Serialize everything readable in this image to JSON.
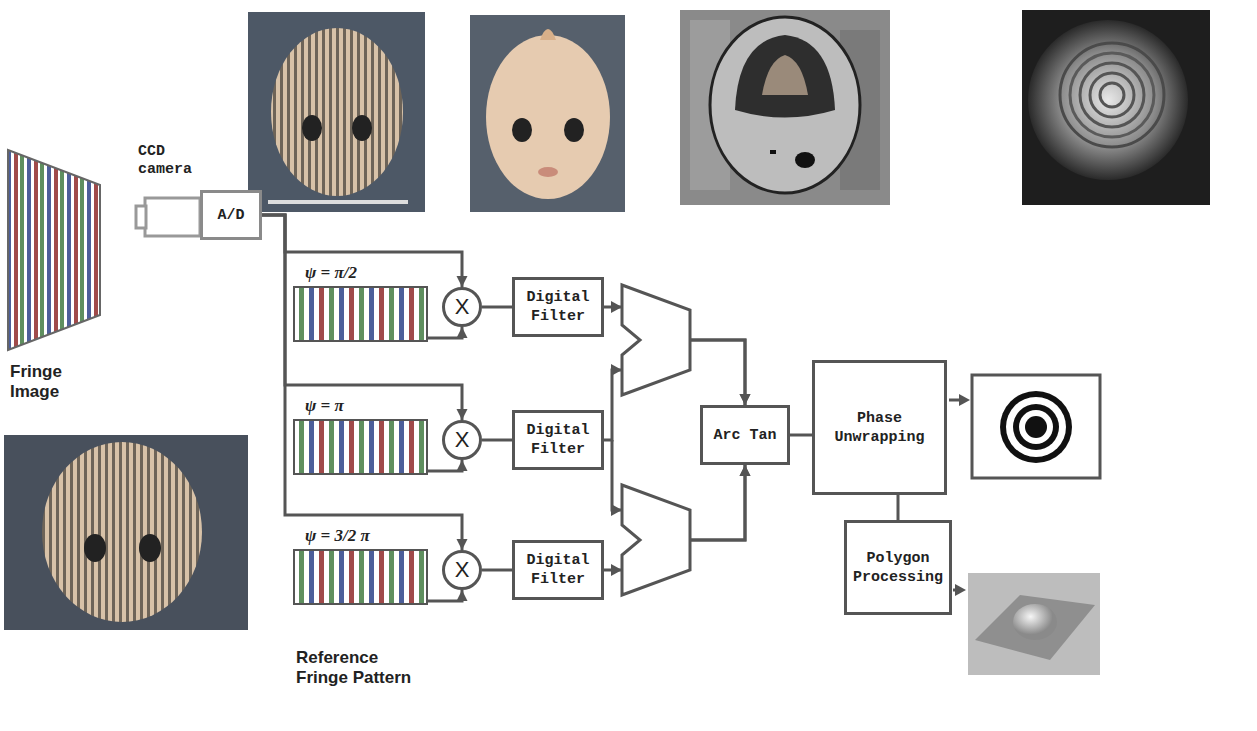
{
  "diagram": {
    "nodes": [
      {
        "text": [
          "A/D"
        ]
      },
      {
        "text": [
          "ψ = π/2"
        ]
      },
      {
        "text": [
          "X"
        ]
      },
      {
        "text": [
          "Digital Filter"
        ]
      },
      {
        "text": [
          "ψ = π"
        ]
      },
      {
        "text": [
          "X"
        ]
      },
      {
        "text": [
          "Digital Filter"
        ]
      },
      {
        "text": [
          "ψ = 3/2 π"
        ]
      },
      {
        "text": [
          "X"
        ]
      },
      {
        "text": [
          "Digital Filter"
        ]
      },
      {
        "text": [
          "Arc Tan"
        ]
      },
      {
        "text": [
          "Phase Unwrapping"
        ]
      },
      {
        "text": [
          "Polygon Processing"
        ]
      }
    ],
    "edges": [
      {
        "from": 0,
        "to": 2,
        "arrow": "to"
      },
      {
        "from": 0,
        "to": 5,
        "arrow": "to"
      },
      {
        "from": 0,
        "to": 8,
        "arrow": "to"
      },
      {
        "from": 1,
        "to": 2,
        "arrow": "to"
      },
      {
        "from": 4,
        "to": 5,
        "arrow": "to"
      },
      {
        "from": 7,
        "to": 8,
        "arrow": "to"
      },
      {
        "from": 2,
        "to": 3,
        "arrow": "none"
      },
      {
        "from": 5,
        "to": 6,
        "arrow": "none"
      },
      {
        "from": 8,
        "to": 9,
        "arrow": "none"
      },
      {
        "from": 3,
        "to": 10,
        "arrow": "to"
      },
      {
        "from": 6,
        "to": 10,
        "arrow": "to"
      },
      {
        "from": 9,
        "to": 10,
        "arrow": "to"
      },
      {
        "from": 10,
        "to": 11,
        "arrow": "none"
      },
      {
        "from": 11,
        "to": 12,
        "arrow": "none"
      }
    ],
    "labels": [
      "CCD camera",
      "Fringe Image",
      "Reference Fringe Pattern"
    ]
  }
}
